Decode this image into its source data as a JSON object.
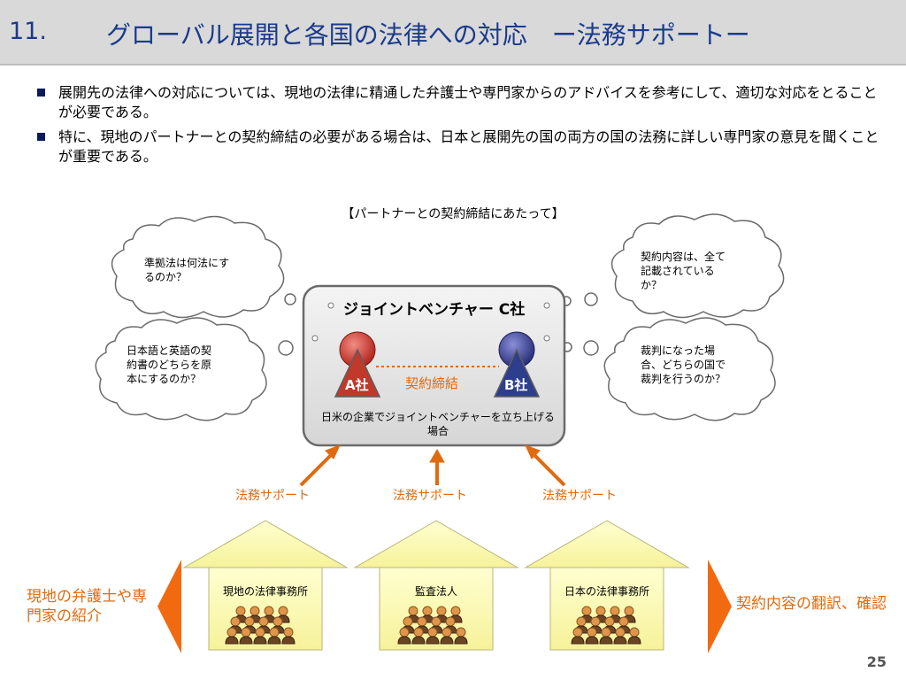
{
  "title": {
    "number": "11.",
    "text": "グローバル展開と各国の法律への対応　ー法務サポートー"
  },
  "bullets": [
    "展開先の法律への対応については、現地の法律に精通した弁護士や専門家からのアドバイスを参考にして、適切な対応をとることが必要である。",
    "特に、現地のパートナーとの契約締結の必要がある場合は、日本と展開先の国の両方の国の法務に詳しい専門家の意見を聞くことが重要である。"
  ],
  "diagram": {
    "caption": "【パートナーとの契約締結にあたって】",
    "clouds": {
      "top_left": "準拠法は何法にするのか？",
      "mid_left": "日本語と英語の契約書のどちらを原本にするのか？",
      "top_right": "契約内容は、全て記載されているか？",
      "mid_right": "裁判になった場合、どちらの国で裁判を行うのか？"
    },
    "jv": {
      "title": "ジョイントベンチャー C社",
      "company_a": "A社",
      "company_b": "B社",
      "contract": "契約締結",
      "subtitle": "日米の企業でジョイントベンチャーを立ち上げる場合"
    },
    "support_label": "法務サポート",
    "houses": [
      "現地の法律事務所",
      "監査法人",
      "日本の法律事務所"
    ],
    "left_side": "現地の弁護士や専門家の紹介",
    "right_side": "契約内容の翻訳、確認"
  },
  "page_number": "25",
  "colors": {
    "title": "#1a3a8c",
    "accent": "#e06a10",
    "company_a": "#c0392b",
    "company_b": "#2c3e8c"
  }
}
